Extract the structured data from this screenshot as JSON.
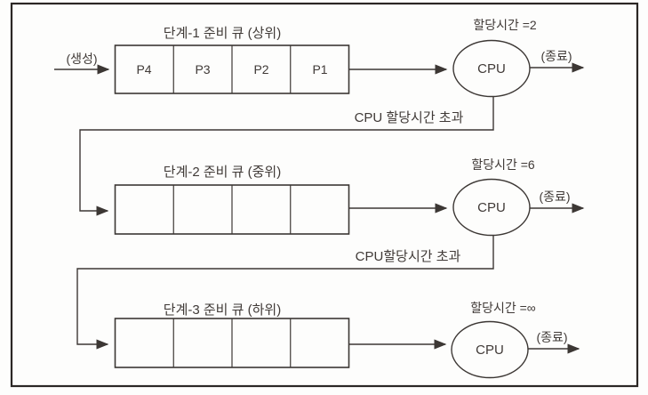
{
  "diagram_type": "multilevel-feedback-queue-scheduling",
  "colors": {
    "stroke": "#3c3734",
    "border": "#2b2725",
    "text": "#403a37",
    "background": "#fdfdfc"
  },
  "source_label": "(생성)",
  "rows": [
    {
      "queue_title": "단계-1 준비 큐 (상위)",
      "cells": [
        "P4",
        "P3",
        "P2",
        "P1"
      ],
      "cpu_label": "CPU",
      "quantum_label": "할당시간 =2",
      "exit_label": "(종료)",
      "feedback_label": "CPU 할당시간 초과"
    },
    {
      "queue_title": "단계-2 준비 큐 (중위)",
      "cells": [
        "",
        "",
        "",
        ""
      ],
      "cpu_label": "CPU",
      "quantum_label": "할당시간 =6",
      "exit_label": "(종료)",
      "feedback_label": "CPU할당시간 초과"
    },
    {
      "queue_title": "단계-3 준비 큐 (하위)",
      "cells": [
        "",
        "",
        "",
        ""
      ],
      "cpu_label": "CPU",
      "quantum_label": "할당시간 =∞",
      "exit_label": "(종료)"
    }
  ]
}
